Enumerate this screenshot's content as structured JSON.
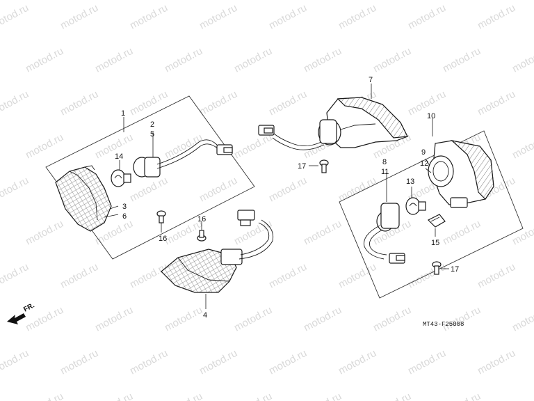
{
  "watermark": {
    "text": "motod.ru"
  },
  "diagram_code": "MT43-F25008",
  "front_marker": {
    "label": "FR."
  },
  "callouts": {
    "c1": "1",
    "c2": "2",
    "c3": "3",
    "c4": "4",
    "c5": "5",
    "c6": "6",
    "c7": "7",
    "c8": "8",
    "c9": "9",
    "c10": "10",
    "c11": "11",
    "c12": "12",
    "c13": "13",
    "c14": "14",
    "c15": "15",
    "c16a": "16",
    "c16b": "16",
    "c17a": "17",
    "c17b": "17"
  }
}
